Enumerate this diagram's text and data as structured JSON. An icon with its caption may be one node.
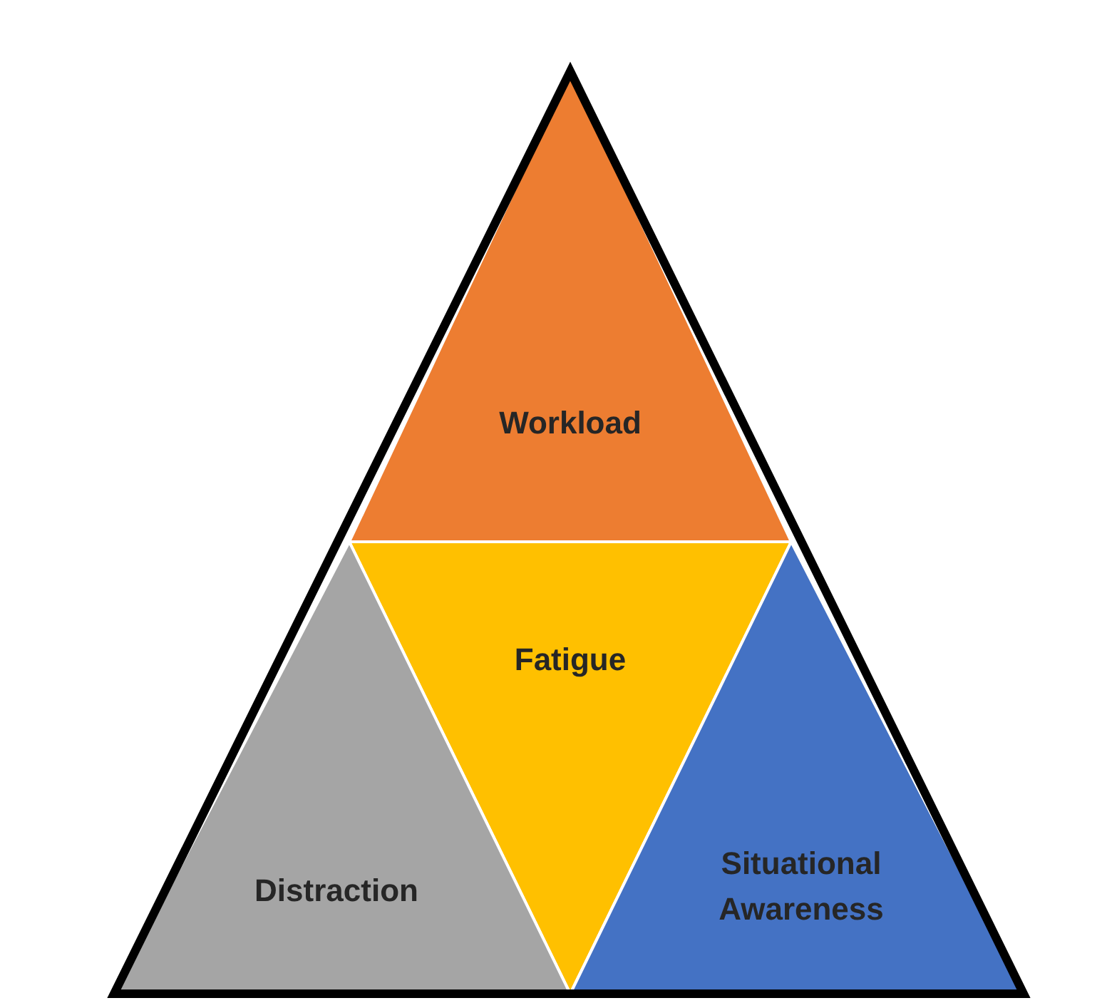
{
  "diagram": {
    "nodes": [
      {
        "text": [
          "Workload"
        ]
      },
      {
        "text": [
          "Fatigue"
        ]
      },
      {
        "text": [
          "Distraction"
        ]
      },
      {
        "text": [
          "Situational Awareness"
        ]
      }
    ]
  }
}
